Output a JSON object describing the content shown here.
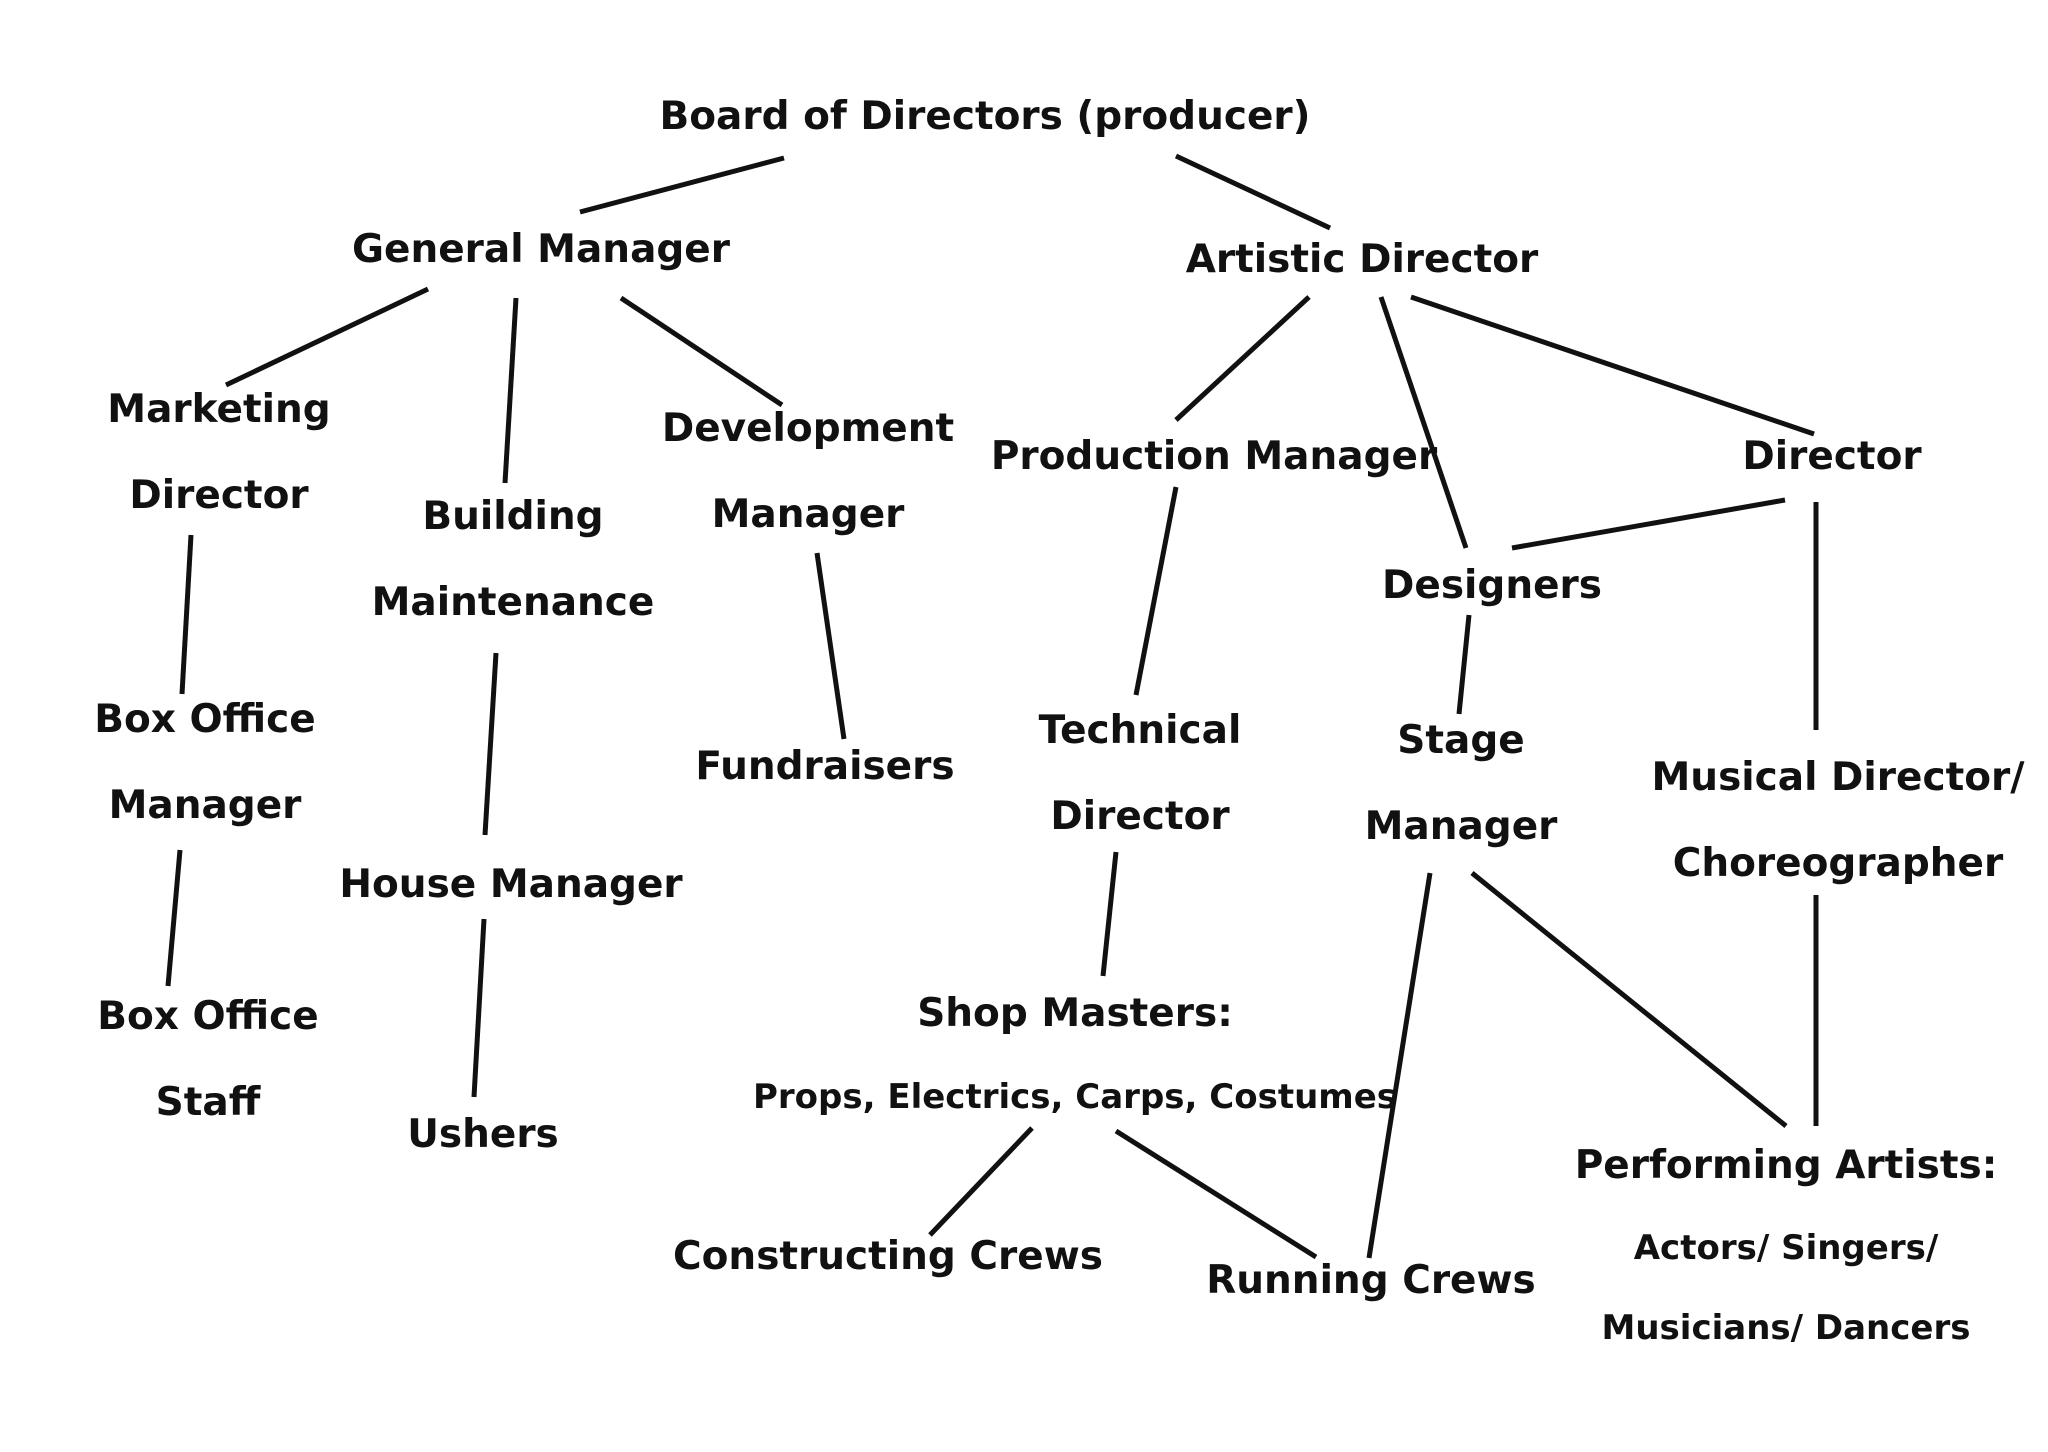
{
  "diagram": {
    "nodes": {
      "board": [
        "Board of Directors (producer)"
      ],
      "general_manager": [
        "General Manager"
      ],
      "artistic_director": [
        "Artistic Director"
      ],
      "marketing_director": [
        "Marketing",
        "Director"
      ],
      "building_maintenance": [
        "Building",
        "Maintenance"
      ],
      "development_manager": [
        "Development",
        "Manager"
      ],
      "production_manager": [
        "Production Manager"
      ],
      "director": [
        "Director"
      ],
      "designers": [
        "Designers"
      ],
      "box_office_manager": [
        "Box Office",
        "Manager"
      ],
      "fundraisers": [
        "Fundraisers"
      ],
      "technical_director": [
        "Technical",
        "Director"
      ],
      "stage_manager": [
        "Stage",
        "Manager"
      ],
      "musical_director": [
        "Musical Director/",
        "Choreographer"
      ],
      "house_manager": [
        "House Manager"
      ],
      "box_office_staff": [
        "Box Office",
        "Staff"
      ],
      "shop_masters_title": [
        "Shop Masters:"
      ],
      "shop_masters_list": [
        "Props, Electrics, Carps, Costumes"
      ],
      "ushers": [
        "Ushers"
      ],
      "performing_artists_title": [
        "Performing Artists:"
      ],
      "performing_artists_list": [
        "Actors/ Singers/",
        "Musicians/ Dancers"
      ],
      "constructing_crews": [
        "Constructing Crews"
      ],
      "running_crews": [
        "Running Crews"
      ]
    },
    "edges": [
      [
        "board",
        "general_manager"
      ],
      [
        "board",
        "artistic_director"
      ],
      [
        "general_manager",
        "marketing_director"
      ],
      [
        "general_manager",
        "building_maintenance"
      ],
      [
        "general_manager",
        "development_manager"
      ],
      [
        "artistic_director",
        "production_manager"
      ],
      [
        "artistic_director",
        "designers"
      ],
      [
        "artistic_director",
        "director"
      ],
      [
        "director",
        "designers"
      ],
      [
        "director",
        "musical_director"
      ],
      [
        "marketing_director",
        "box_office_manager"
      ],
      [
        "box_office_manager",
        "box_office_staff"
      ],
      [
        "building_maintenance",
        "house_manager"
      ],
      [
        "house_manager",
        "ushers"
      ],
      [
        "development_manager",
        "fundraisers"
      ],
      [
        "production_manager",
        "technical_director"
      ],
      [
        "technical_director",
        "shop_masters"
      ],
      [
        "shop_masters",
        "constructing_crews"
      ],
      [
        "shop_masters",
        "running_crews"
      ],
      [
        "designers",
        "stage_manager"
      ],
      [
        "stage_manager",
        "running_crews"
      ],
      [
        "stage_manager",
        "performing_artists"
      ],
      [
        "musical_director",
        "performing_artists"
      ]
    ],
    "colors": {
      "line": "#111111",
      "text": "#111111",
      "background": "#ffffff"
    }
  }
}
